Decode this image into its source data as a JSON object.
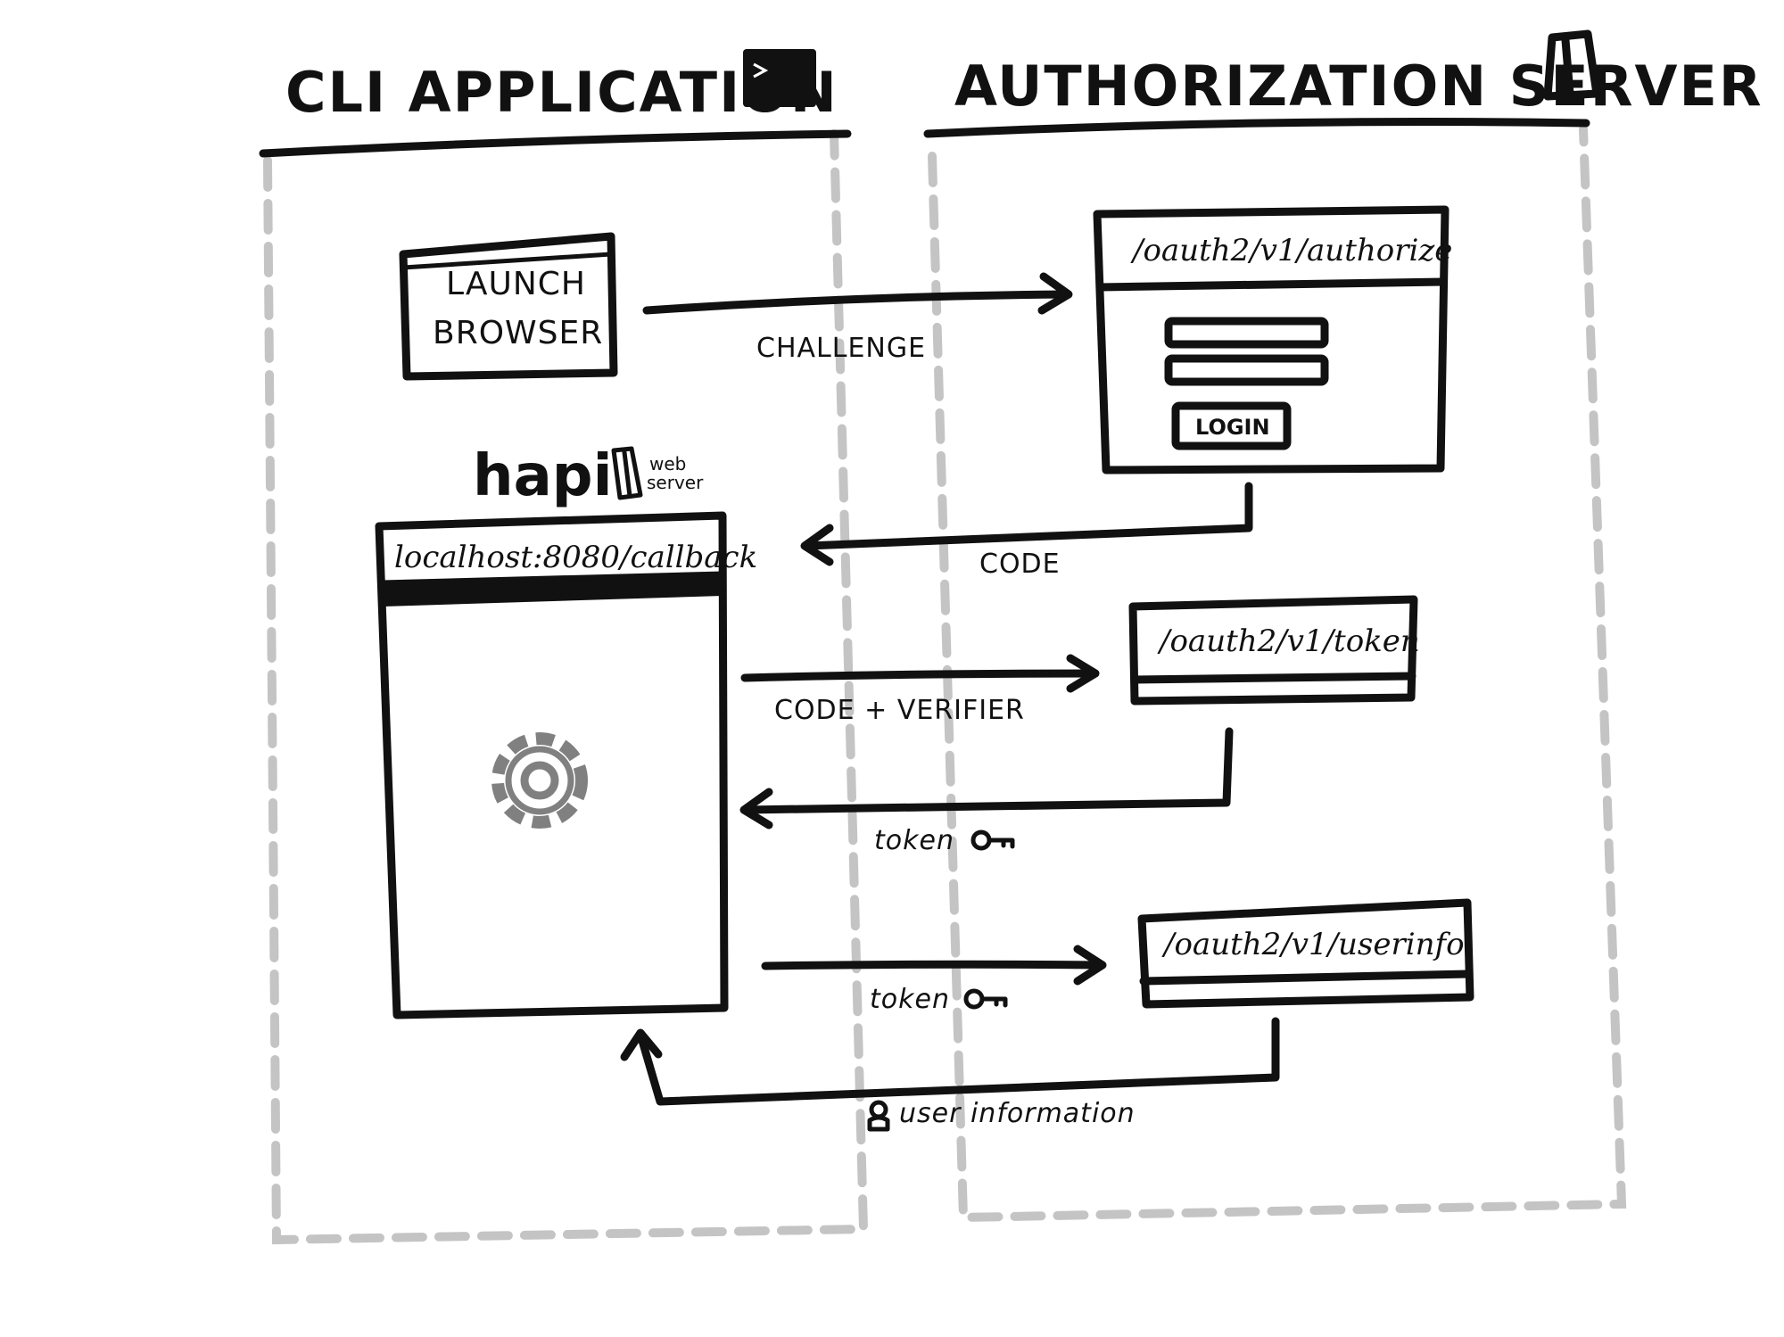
{
  "left_lane": {
    "title": "CLI APPLICATION",
    "icon": "terminal-icon"
  },
  "right_lane": {
    "title": "AUTHORIZATION SERVER",
    "icon": "server-icon"
  },
  "launch_browser": {
    "line1": "LAUNCH",
    "line2": "BROWSER"
  },
  "authorize_window": {
    "url": "/oauth2/v1/authorize",
    "login_button": "LOGIN"
  },
  "hapi": {
    "name": "hapi",
    "badge_line1": "web",
    "badge_line2": "server"
  },
  "callback_window": {
    "url": "localhost:8080/callback",
    "icon": "gear-icon"
  },
  "token_window": {
    "url": "/oauth2/v1/token"
  },
  "userinfo_window": {
    "url": "/oauth2/v1/userinfo"
  },
  "arrows": {
    "challenge": "CHALLENGE",
    "code": "CODE",
    "code_verifier": "CODE + VERIFIER",
    "token_return": "token",
    "token_send": "token",
    "user_info": "user information"
  },
  "colors": {
    "ink": "#111111",
    "lane_border": "#c4c4c4",
    "gear": "#808080"
  }
}
